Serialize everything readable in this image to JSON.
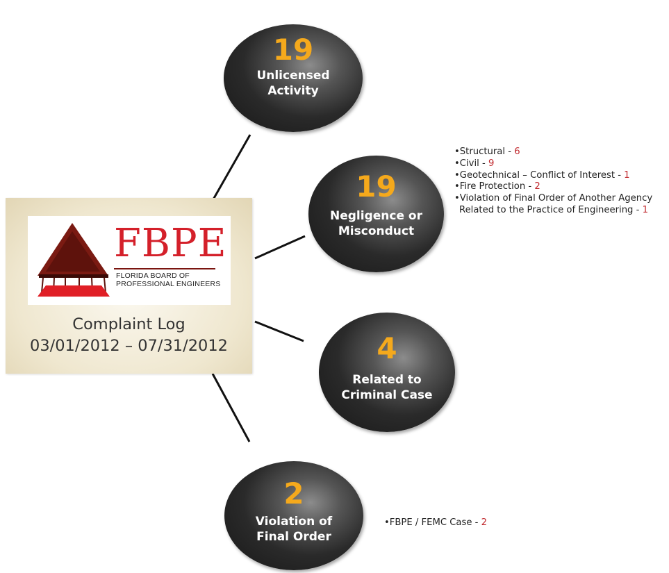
{
  "logo": {
    "word": "FBPE",
    "line1": "FLORIDA BOARD OF",
    "line2": "PROFESSIONAL ENGINEERS"
  },
  "log": {
    "title": "Complaint Log",
    "range": "03/01/2012 – 07/31/2012"
  },
  "categories": [
    {
      "count": "19",
      "label1": "Unlicensed",
      "label2": "Activity"
    },
    {
      "count": "19",
      "label1": "Negligence or",
      "label2": "Misconduct"
    },
    {
      "count": "4",
      "label1": "Related to",
      "label2": "Criminal Case"
    },
    {
      "count": "2",
      "label1": "Violation of",
      "label2": "Final Order"
    }
  ],
  "negligence_details": [
    {
      "text": "Structural - ",
      "count": "6"
    },
    {
      "text": "Civil - ",
      "count": "9"
    },
    {
      "text": "Geotechnical – Conflict of Interest - ",
      "count": "1"
    },
    {
      "text": "Fire Protection - ",
      "count": "2"
    },
    {
      "text": "Violation of Final Order of Another Agency Related to the Practice of Engineering - ",
      "count": "1"
    }
  ],
  "final_order_details": [
    {
      "text": "FBPE / FEMC Case - ",
      "count": "2"
    }
  ],
  "colors": {
    "count": "#f5a91c",
    "detail_count": "#c0282d",
    "brand_red": "#d4202a",
    "center_bg": "#efe7cf"
  }
}
